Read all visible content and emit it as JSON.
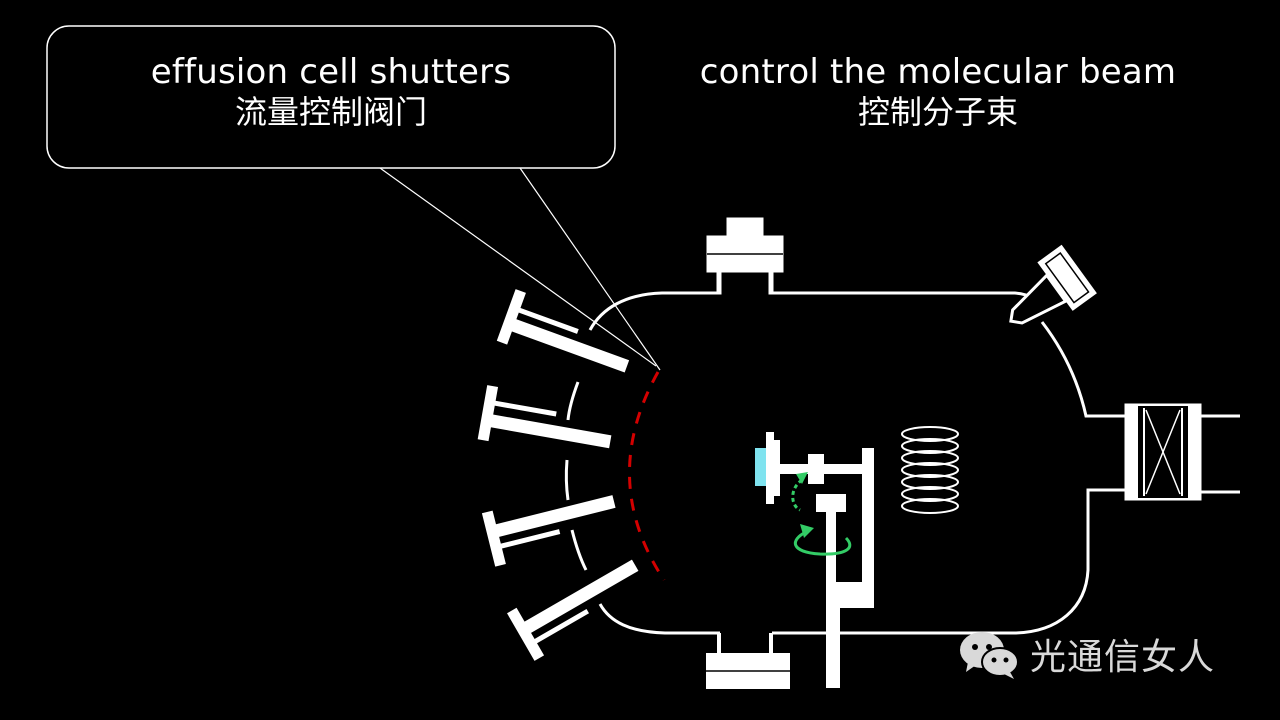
{
  "callout_left": {
    "line1": "effusion cell shutters",
    "line2": "流量控制阀门"
  },
  "callout_right": {
    "line1": "control the molecular beam",
    "line2": "控制分子束"
  },
  "watermark": {
    "text": "光通信女人",
    "icon": "wechat-icon"
  },
  "colors": {
    "background": "#000000",
    "stroke": "#ffffff",
    "shutter": "#d40000",
    "sample": "#7fe3ef",
    "rotation_arrow": "#33cc66"
  }
}
